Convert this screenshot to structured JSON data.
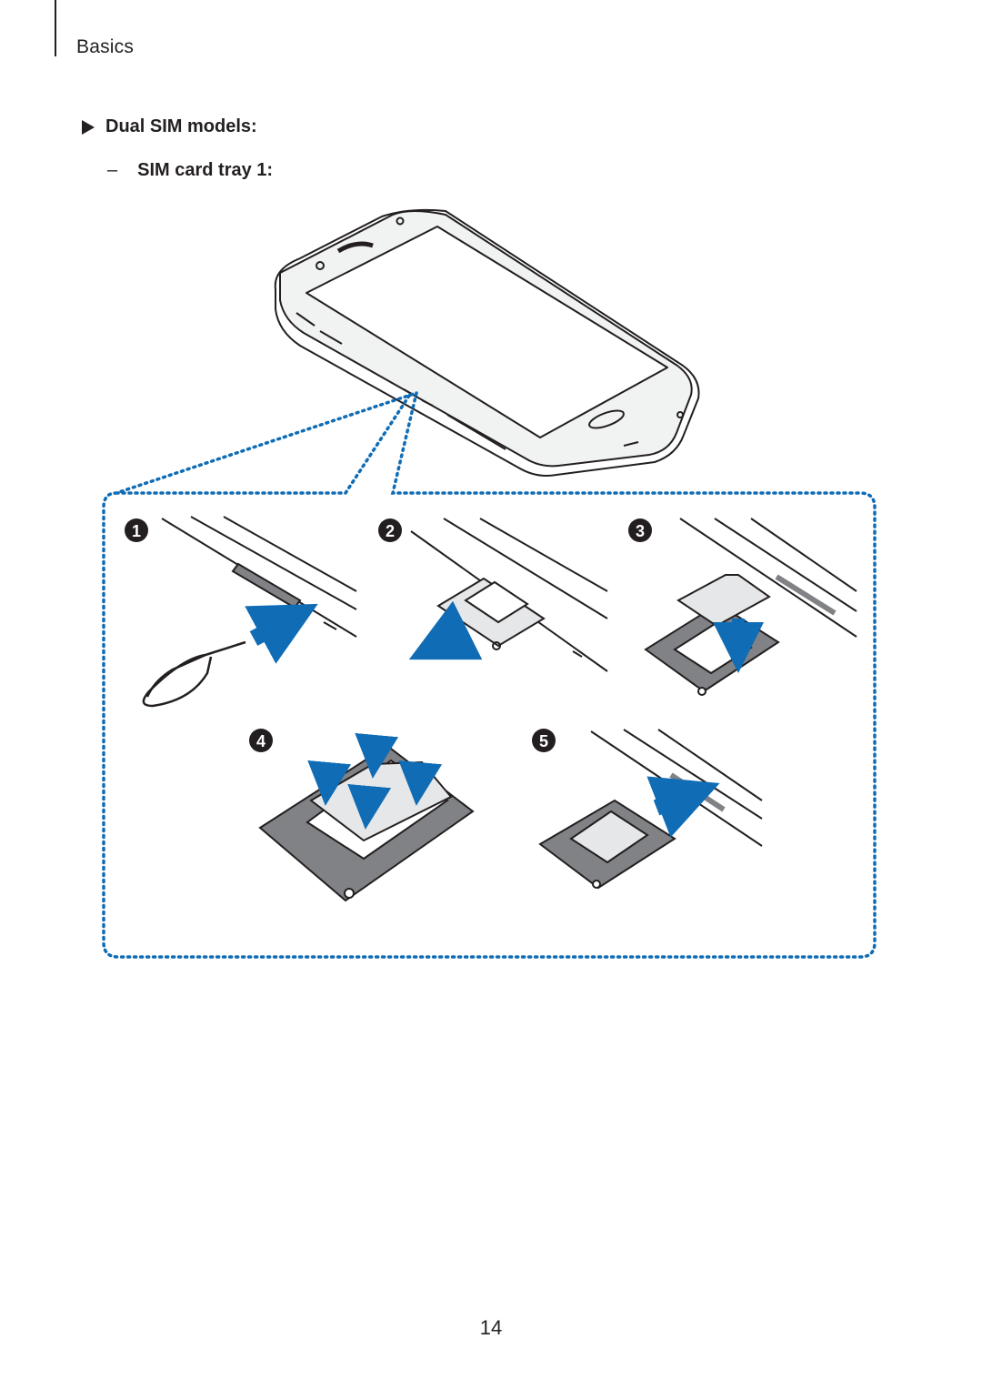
{
  "header": {
    "section": "Basics"
  },
  "heading": {
    "text": "Dual SIM models:"
  },
  "subheading": {
    "dash": "–",
    "text": "SIM card tray 1:"
  },
  "steps": [
    "1",
    "2",
    "3",
    "4",
    "5"
  ],
  "colors": {
    "accent_blue": "#0f6cb5",
    "outline": "#231f20",
    "tray_gray": "#808285",
    "sim_gray": "#e6e7e8"
  },
  "footer": {
    "page_number": "14"
  }
}
